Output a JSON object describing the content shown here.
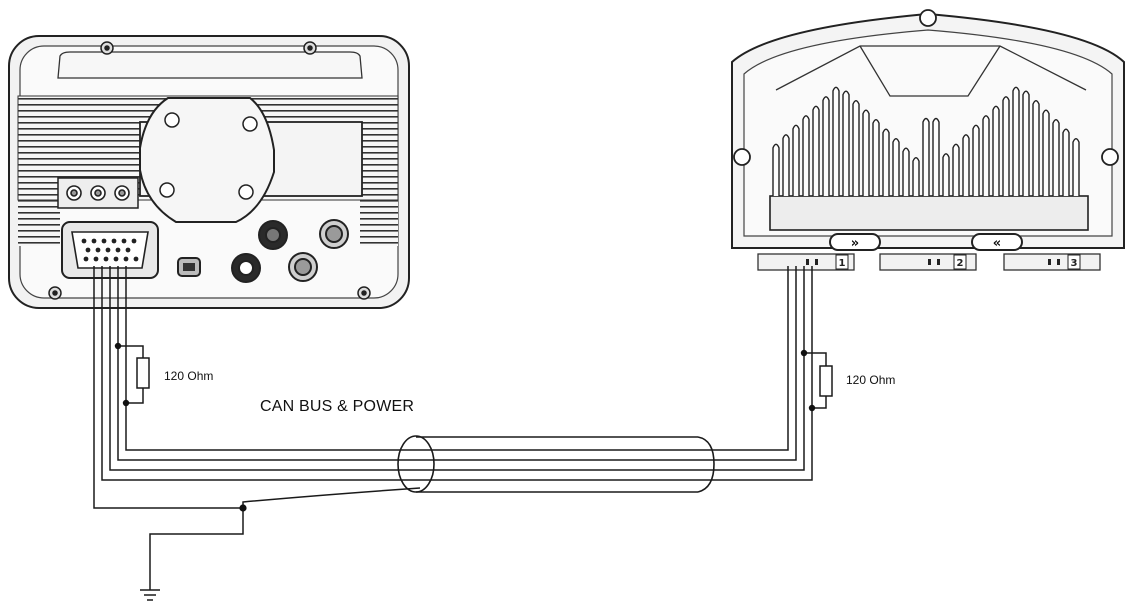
{
  "labels": {
    "resistor_left": "120 Ohm",
    "resistor_right": "120 Ohm",
    "bus": "CAN BUS & POWER"
  },
  "port_numbers": [
    "1",
    "2",
    "3"
  ],
  "colors": {
    "line": "#1a1a1a",
    "device_fill": "#f4f4f4",
    "device_outline": "#222222"
  }
}
